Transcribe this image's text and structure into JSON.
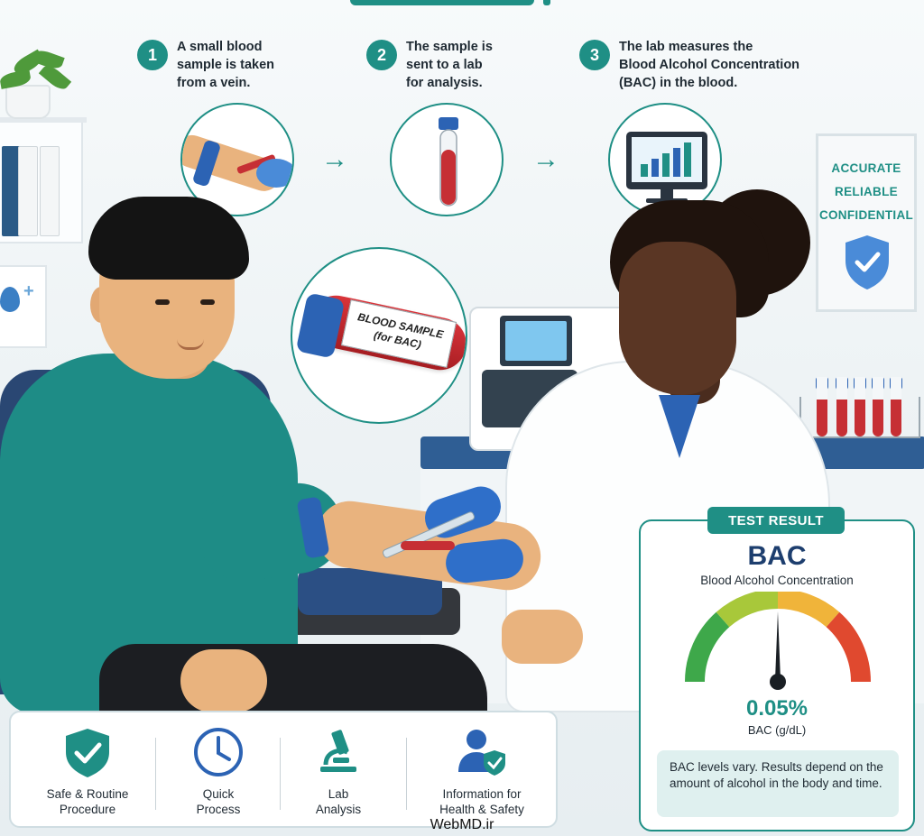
{
  "steps": [
    {
      "number": "1",
      "text": "A small blood\nsample is taken\nfrom a vein."
    },
    {
      "number": "2",
      "text": "The sample is\nsent to a lab\nfor analysis."
    },
    {
      "number": "3",
      "text": "The lab measures the\nBlood Alcohol Concentration\n(BAC) in the blood."
    }
  ],
  "trust_panel": {
    "lines": [
      "ACCURATE",
      "RELIABLE",
      "CONFIDENTIAL"
    ]
  },
  "sample_tube": {
    "label_line1": "BLOOD SAMPLE",
    "label_line2": "(for BAC)"
  },
  "features": [
    {
      "icon": "shield-check-icon",
      "label": "Safe & Routine\nProcedure"
    },
    {
      "icon": "clock-icon",
      "label": "Quick\nProcess"
    },
    {
      "icon": "microscope-icon",
      "label": "Lab\nAnalysis"
    },
    {
      "icon": "user-shield-icon",
      "label": "Information for\nHealth & Safety"
    }
  ],
  "result": {
    "tag": "TEST RESULT",
    "title": "BAC",
    "subtitle": "Blood Alcohol Concentration",
    "value": "0.05%",
    "unit": "BAC (g/dL)",
    "gauge_level": 0.5,
    "note": "BAC levels vary. Results depend on the amount of alcohol in the body and time."
  },
  "colors": {
    "accent": "#1f8f85",
    "navy": "#1d3e6e",
    "blue": "#2c63b4"
  },
  "watermark": "WebMD.ir"
}
